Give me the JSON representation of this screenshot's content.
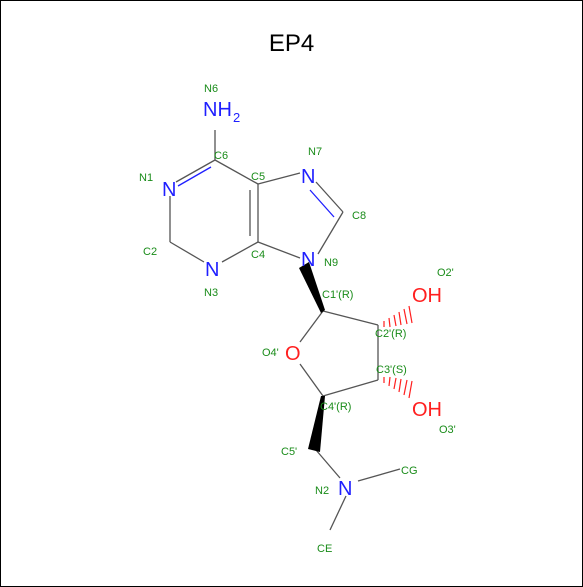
{
  "title": "EP4",
  "colors": {
    "bond": "#555555",
    "nitrogen": "#1f1fff",
    "oxygen": "#ff1f1f",
    "label": "#1a8c1a",
    "wedge": "#000000"
  },
  "atoms": {
    "nh2_N": "NH",
    "nh2_sub": "2",
    "n1": "N",
    "n3": "N",
    "n7": "N",
    "n9": "N",
    "o4p": "O",
    "oh2": "OH",
    "oh3": "OH",
    "n_amine": "N"
  },
  "labels": {
    "N6": "N6",
    "C6": "C6",
    "C5": "C5",
    "N7": "N7",
    "N1": "N1",
    "C8": "C8",
    "C2": "C2",
    "C4": "C4",
    "N9": "N9",
    "N3": "N3",
    "O2p": "O2'",
    "C1p": "C1'(R)",
    "C2p": "C2'(R)",
    "O4p": "O4'",
    "C3p": "C3'(S)",
    "C4p": "C4'(R)",
    "O3p": "O3'",
    "C5p": "C5'",
    "CG": "CG",
    "N2": "N2",
    "CE": "CE"
  }
}
